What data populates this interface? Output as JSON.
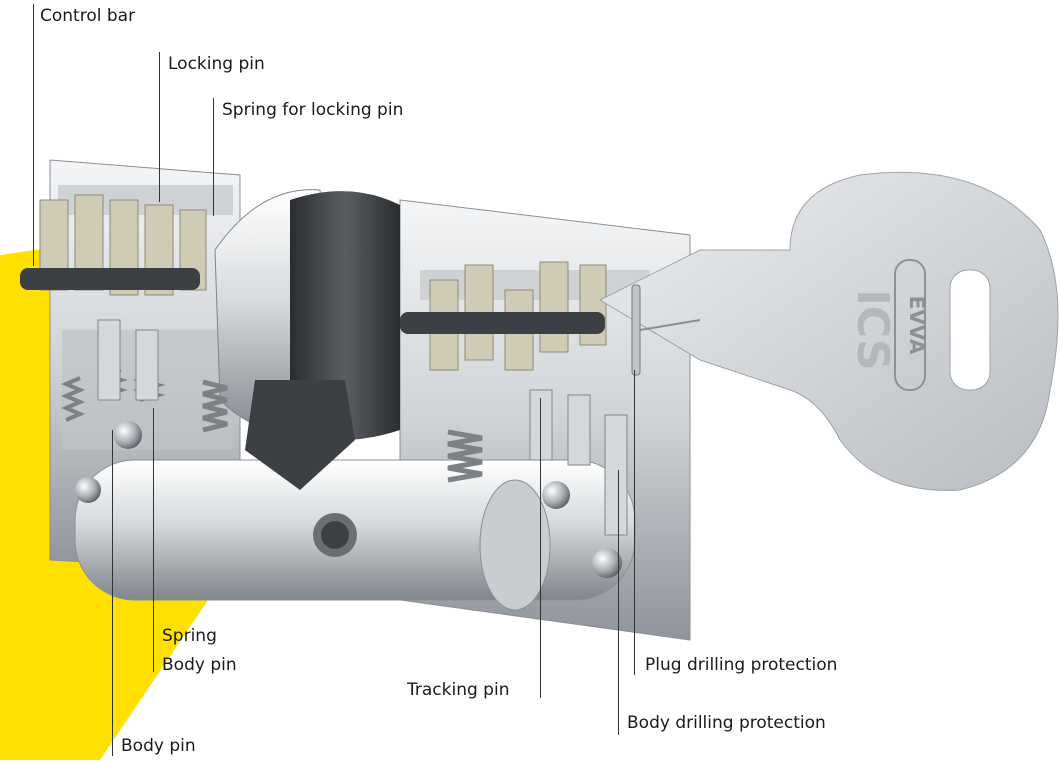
{
  "colors": {
    "accent_yellow": "#ffe000",
    "metal_light": "#e6e8ea",
    "metal_dark": "#9aa0a6",
    "pin_beige": "#cfcbb5",
    "control_bar": "#3c3f44",
    "key_silver": "#d9dcdf"
  },
  "key": {
    "brand": "EVVA",
    "model": "ICS"
  },
  "labels": {
    "control_bar": "Control bar",
    "locking_pin": "Locking pin",
    "spring_for_locking_pin": "Spring for locking pin",
    "spring": "Spring",
    "body_pin_upper": "Body pin",
    "body_pin_lower": "Body pin",
    "tracking_pin": "Tracking pin",
    "plug_drilling_protection": "Plug drilling protection",
    "body_drilling_protection": "Body drilling protection"
  }
}
